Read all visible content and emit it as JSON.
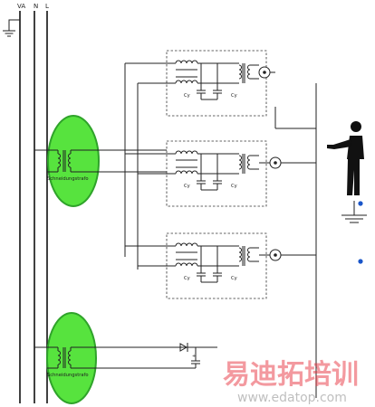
{
  "bus_labels": [
    "VA",
    "N",
    "L"
  ],
  "isolation_label": "Schneidungstrafo",
  "cap_label": "Cy",
  "watermark": {
    "cn": "易迪拓培训",
    "url": "www.edatop.com"
  },
  "colors": {
    "highlight": "#57e33e",
    "highlight_edge": "#2fa32a",
    "dot": "#1a56c9",
    "watermark_red": "#e6323c",
    "watermark_gray": "#b9b9b9"
  }
}
